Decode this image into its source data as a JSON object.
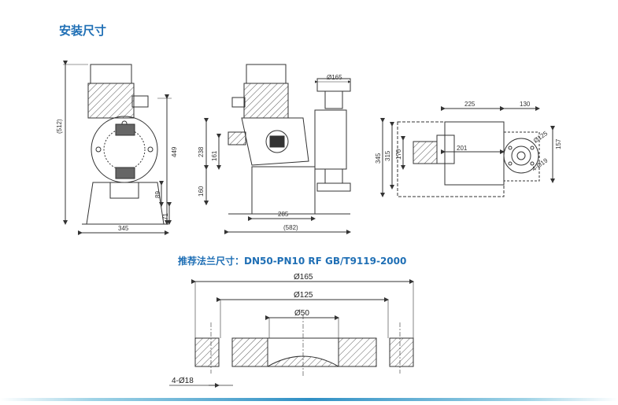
{
  "title": "安装尺寸",
  "flange_title": "推荐法兰尺寸：DN50-PN10 RF GB/T9119-2000",
  "colors": {
    "accent": "#1f6fb5",
    "line": "#333333"
  },
  "side_view": {
    "dim_height_total": "(512)",
    "dim_449": "449",
    "dim_89": "89",
    "dim_71": "71",
    "dim_345": "345"
  },
  "front_view": {
    "dim_238": "238",
    "dim_161": "161",
    "dim_160": "160",
    "dim_285": "285",
    "dim_582": "(582)",
    "dim_d165": "Ø165"
  },
  "top_view": {
    "dim_225": "225",
    "dim_130": "130",
    "dim_201": "201",
    "dim_345": "345",
    "dim_315": "315",
    "dim_170": "170",
    "dim_157": "157",
    "dim_d125": "Ø125",
    "dim_4d19": "4-Ø19"
  },
  "flange": {
    "dim_d165": "Ø165",
    "dim_d125": "Ø125",
    "dim_d50": "Ø50",
    "dim_holes": "4-Ø18"
  }
}
